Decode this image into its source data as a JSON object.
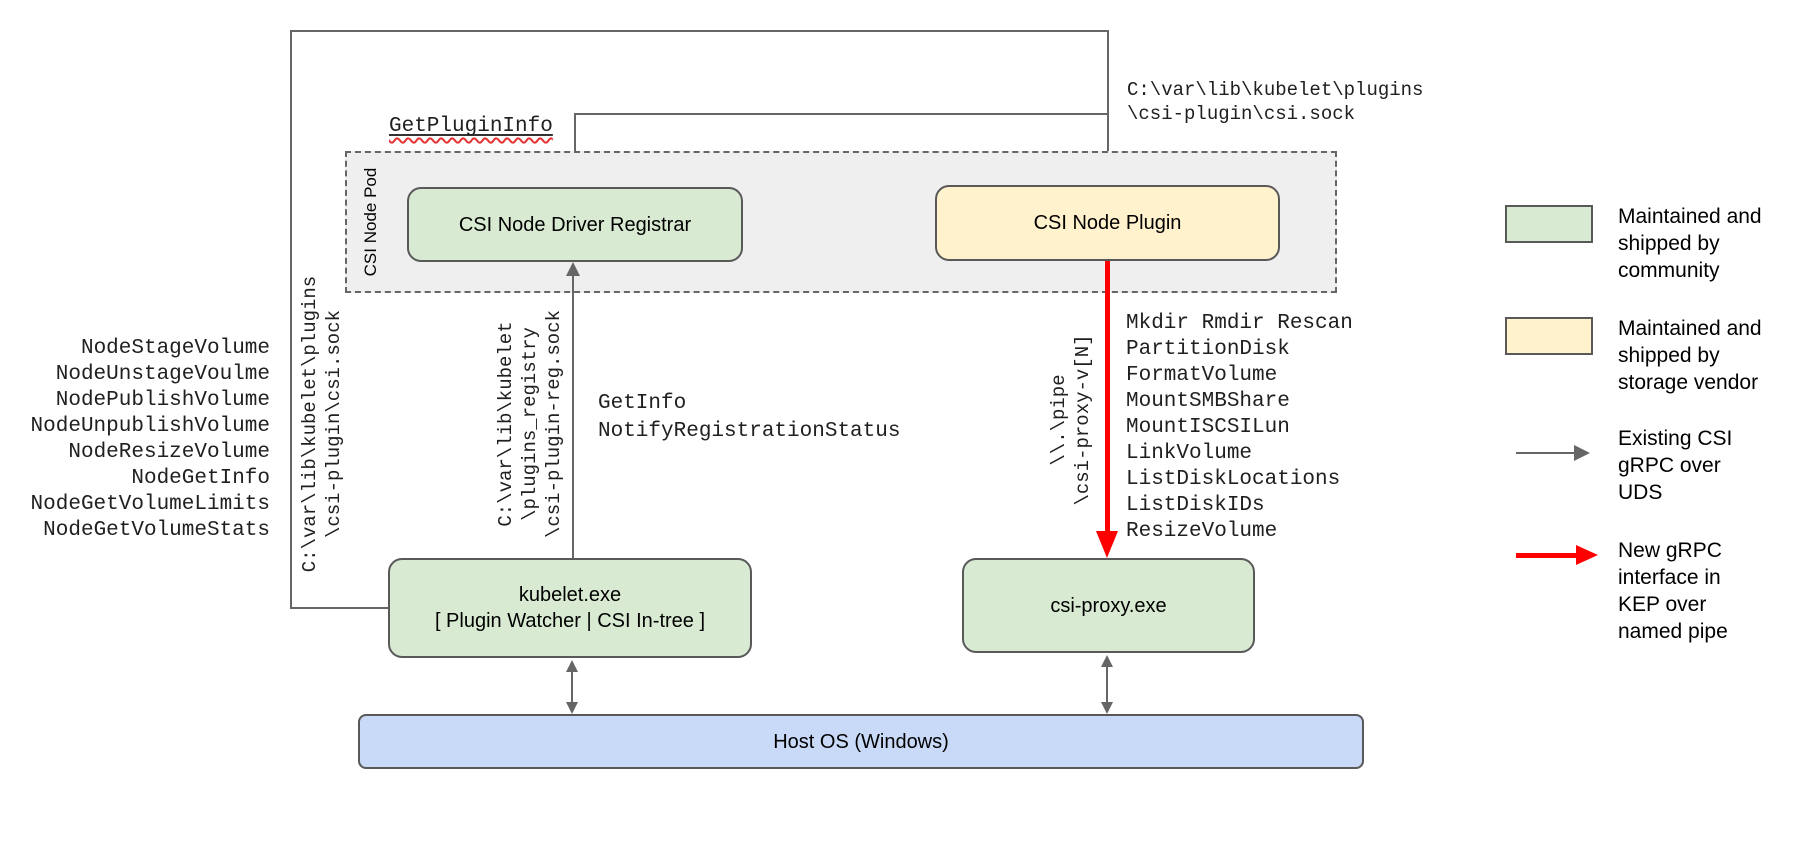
{
  "diagram": {
    "pod": {
      "label": "CSI Node Pod"
    },
    "boxes": {
      "registrar": "CSI Node Driver Registrar",
      "plugin": "CSI Node Plugin",
      "kubelet": [
        "kubelet.exe",
        "[ Plugin Watcher | CSI In-tree ]"
      ],
      "csi_proxy": "csi-proxy.exe",
      "host_os": "Host OS (Windows)"
    },
    "labels": {
      "get_plugin_info": "GetPluginInfo",
      "plugin_sock_path_top": [
        "C:\\var\\lib\\kubelet\\plugins",
        "\\csi-plugin\\csi.sock"
      ],
      "plugin_sock_path_left": [
        "C:\\var\\lib\\kubelet\\plugins",
        "\\csi-plugin\\csi.sock"
      ],
      "registration_sock_path": [
        "C:\\var\\lib\\kubelet",
        "\\plugins_registry",
        "\\csi-plugin-reg.sock"
      ],
      "named_pipe_path": [
        "\\\\.\\pipe",
        "\\csi-proxy-v[N]"
      ],
      "registration_calls": [
        "GetInfo",
        "NotifyRegistrationStatus"
      ],
      "node_service_calls": [
        "NodeStageVolume",
        "NodeUnstageVoulme",
        "NodePublishVolume",
        "NodeUnpublishVolume",
        "NodeResizeVolume",
        "NodeGetInfo",
        "NodeGetVolumeLimits",
        "NodeGetVolumeStats"
      ],
      "proxy_api_calls": [
        "Mkdir Rmdir Rescan",
        "PartitionDisk",
        "FormatVolume",
        "MountSMBShare",
        "MountISCSILun",
        "LinkVolume",
        "ListDiskLocations",
        "ListDiskIDs",
        "ResizeVolume"
      ]
    },
    "legend": {
      "community": {
        "label": [
          "Maintained and",
          "shipped by",
          "community"
        ],
        "swatch_color": "#d9ead3"
      },
      "vendor": {
        "label": [
          "Maintained and",
          "shipped by",
          "storage vendor"
        ],
        "swatch_color": "#fff2cc"
      },
      "uds_arrow": {
        "label": [
          "Existing CSI",
          "gRPC over",
          "UDS"
        ],
        "arrow_color": "#666666"
      },
      "pipe_arrow": {
        "label": [
          "New gRPC",
          "interface in",
          "KEP over",
          "named pipe"
        ],
        "arrow_color": "#ff0000"
      }
    },
    "colors": {
      "community_green": "#d9ead3",
      "vendor_yellow": "#fff2cc",
      "host_blue": "#c9daf8",
      "pod_gray": "#efefef",
      "stroke_gray": "#666666",
      "new_interface_red": "#ff0000",
      "spellcheck_red": "#e53333"
    }
  }
}
